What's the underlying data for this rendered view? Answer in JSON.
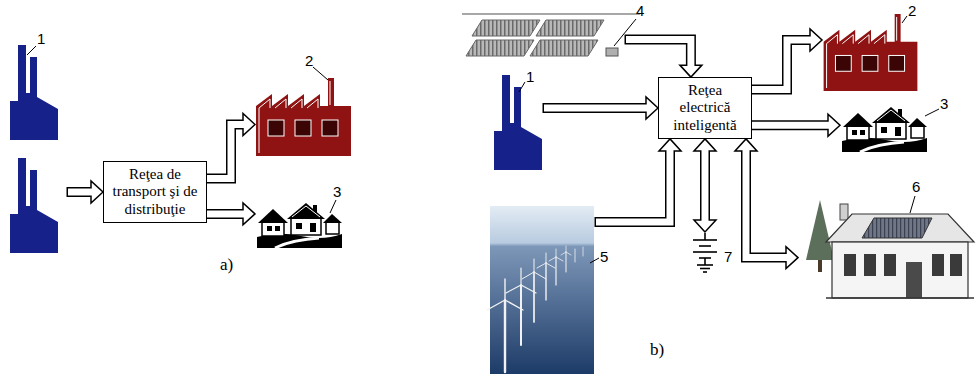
{
  "diagram": {
    "nodes": [
      {
        "text": [
          "1"
        ]
      },
      {
        "text": [
          "Reţea de transport şi de distribuţie"
        ]
      },
      {
        "text": [
          "2"
        ]
      },
      {
        "text": [
          "3"
        ]
      },
      {
        "text": [
          "4"
        ]
      },
      {
        "text": [
          "1"
        ]
      },
      {
        "text": [
          "5"
        ]
      },
      {
        "text": [
          "Reţea electrică inteligentă"
        ]
      },
      {
        "text": [
          "2"
        ]
      },
      {
        "text": [
          "3"
        ]
      },
      {
        "text": [
          "7"
        ]
      },
      {
        "text": [
          "6"
        ]
      }
    ],
    "edges": [
      {
        "from": 0,
        "to": 1,
        "arrow": "to"
      },
      {
        "from": 1,
        "to": 2,
        "arrow": "to"
      },
      {
        "from": 1,
        "to": 3,
        "arrow": "to"
      },
      {
        "from": 4,
        "to": 7,
        "arrow": "to"
      },
      {
        "from": 5,
        "to": 7,
        "arrow": "to"
      },
      {
        "from": 6,
        "to": 7,
        "arrow": "to"
      },
      {
        "from": 7,
        "to": 8,
        "arrow": "to"
      },
      {
        "from": 7,
        "to": 9,
        "arrow": "to"
      },
      {
        "from": 7,
        "to": 10,
        "arrow": "both"
      },
      {
        "from": 7,
        "to": 11,
        "arrow": "both"
      }
    ],
    "labels": [
      "a)",
      "b)"
    ]
  }
}
